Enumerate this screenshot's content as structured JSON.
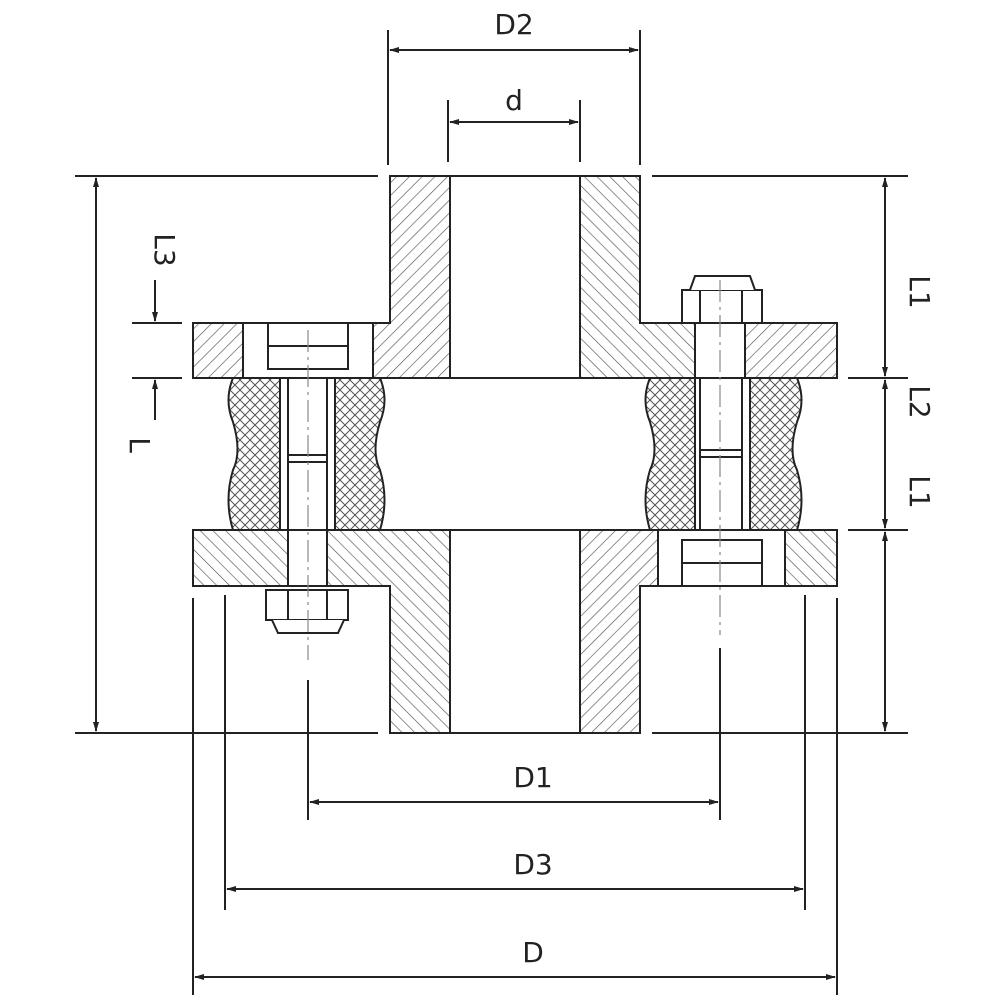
{
  "drawing": {
    "colors": {
      "line": "#222222",
      "hatch": "#555555",
      "centerline": "#888888",
      "background": "#ffffff"
    },
    "dimensions": {
      "D2": "D2",
      "d": "d",
      "L3": "L3",
      "L": "L",
      "L1_top": "L1",
      "L2": "L2",
      "L1_mid": "L1",
      "D1": "D1",
      "D3": "D3",
      "D": "D"
    }
  }
}
